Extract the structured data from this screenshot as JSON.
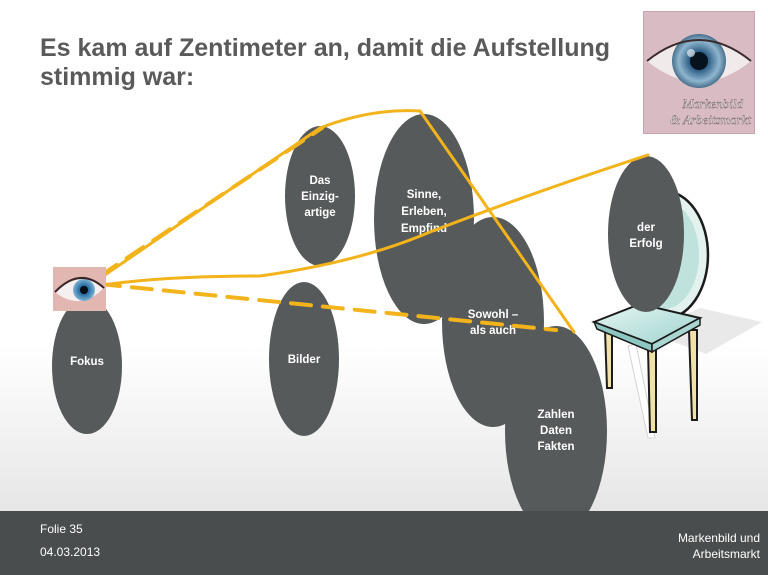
{
  "slide": {
    "title": "Es kam auf Zentimeter an, damit die Aufstellung stimmig war:"
  },
  "logo": {
    "line1": "Markenbild",
    "line2": "& Arbeitsmarkt"
  },
  "nodes": {
    "fokus": "Fokus",
    "das_einzigartige": [
      "Das",
      "Einzig-",
      "artige"
    ],
    "bilder": "Bilder",
    "sinne": [
      "Sinne,",
      "Erleben,",
      "Empfind"
    ],
    "sowohl": [
      "Sowohl –",
      "als auch"
    ],
    "zahlen": [
      "Zahlen",
      "Daten",
      "Fakten"
    ],
    "erfolg": [
      "der",
      "Erfolg"
    ]
  },
  "colors": {
    "node_fill": "#565a5a",
    "line": "#f2b31b",
    "footer": "#4a4d4d"
  },
  "footer": {
    "slide_number": "Folie 35",
    "date": "04.03.2013",
    "brand_line1": "Markenbild und",
    "brand_line2": "Arbeitsmarkt"
  }
}
